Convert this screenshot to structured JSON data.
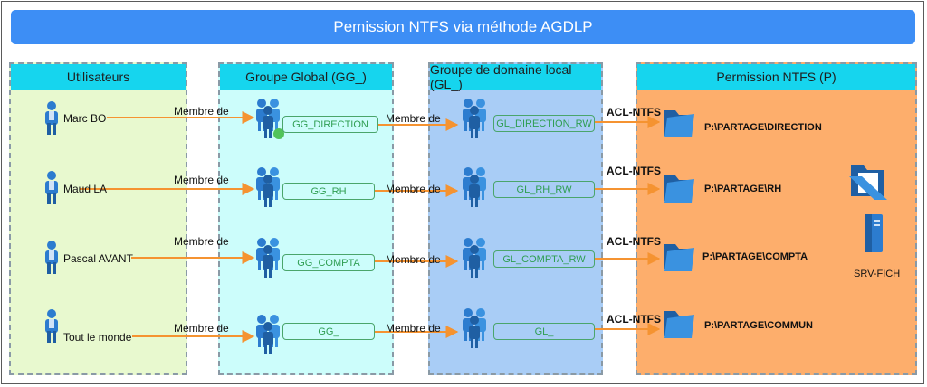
{
  "title": "Pemission NTFS via méthode AGDLP",
  "columns": {
    "users": "Utilisateurs",
    "global": "Groupe Global (GG_)",
    "local": "Groupe de domaine local (GL_)",
    "perm": "Permission NTFS (P)"
  },
  "users": [
    "Marc BO",
    "Maud LA",
    "Pascal AVANT",
    "Tout le monde"
  ],
  "global_groups": [
    "GG_DIRECTION",
    "GG_RH",
    "GG_COMPTA",
    "GG_"
  ],
  "local_groups": [
    "GL_DIRECTION_RW",
    "GL_RH_RW",
    "GL_COMPTA_RW",
    "GL_"
  ],
  "permissions": [
    "P:\\PARTAGE\\DIRECTION",
    "P:\\PARTAGE\\RH",
    "P:\\PARTAGE\\COMPTA",
    "P:\\PARTAGE\\COMMUN"
  ],
  "edge_labels": {
    "member_of": "Membre de",
    "acl": "ACL-NTFS"
  },
  "server": "SRV-FICH",
  "colors": {
    "arrow": "#f59331",
    "title": "#3d8ef5",
    "header": "#16d5ee",
    "user_icon": "#2c7ccf",
    "group_box_border": "#4aa56b",
    "folder": "#2c7ccf"
  }
}
